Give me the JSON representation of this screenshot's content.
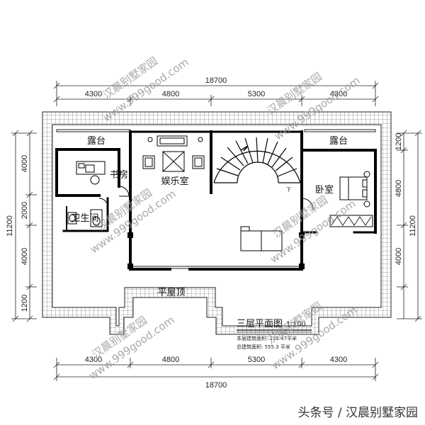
{
  "dims": {
    "top_total": "18700",
    "top_segments": [
      "4300",
      "4800",
      "5300",
      "4300"
    ],
    "bottom_total": "18700",
    "bottom_segments": [
      "4300",
      "4800",
      "5300",
      "4300"
    ],
    "left_segments": [
      "4000",
      "2000",
      "4000",
      "1200"
    ],
    "left_total": "11200",
    "right_segments": [
      "1200",
      "4800",
      "4000"
    ],
    "right_total": "11200"
  },
  "rooms": {
    "terrace_left": "露台",
    "terrace_right": "露台",
    "study": "书房",
    "entertainment": "娱乐室",
    "bedroom": "卧室",
    "bathroom": "卫生间",
    "flat_roof": "平屋顶",
    "stair_mark": "下"
  },
  "titleblock": {
    "title": "三层平面图",
    "scale": "1:100",
    "floor_area": "本层建筑面积: 135.47平米",
    "total_area": "总建筑面积: 555.3 平米"
  },
  "watermarks": {
    "brand": "汉晨别墅家园",
    "site": "www.999good.com"
  },
  "footer": "头条号 / 汉晨别墅家园"
}
